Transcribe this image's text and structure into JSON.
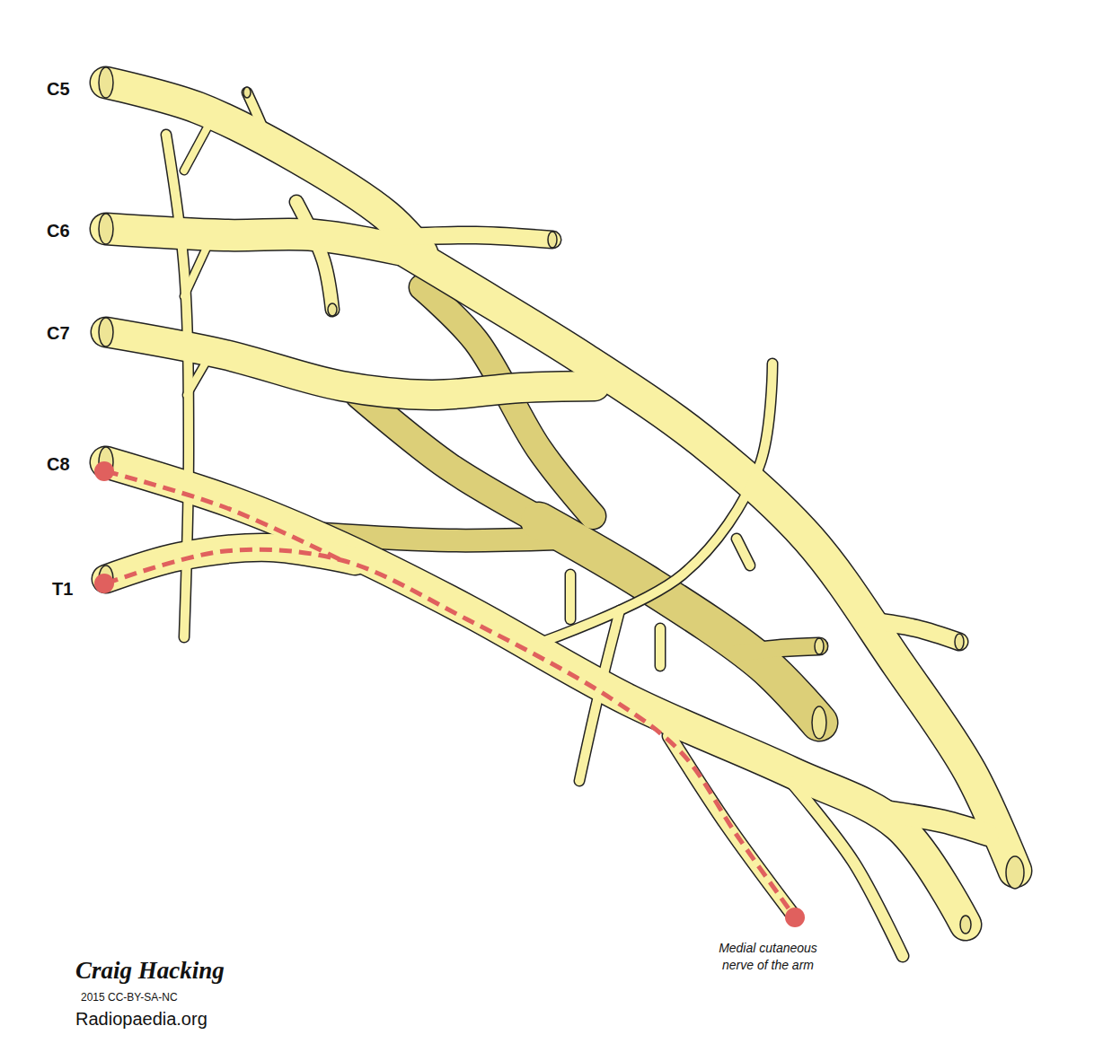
{
  "diagram": {
    "labels": [
      "C5",
      "C6",
      "C7",
      "C8",
      "T1",
      "Medial cutaneous nerve of the arm",
      "Craig Hacking",
      "2015 CC-BY-SA-NC",
      "Radiopaedia.org"
    ]
  }
}
